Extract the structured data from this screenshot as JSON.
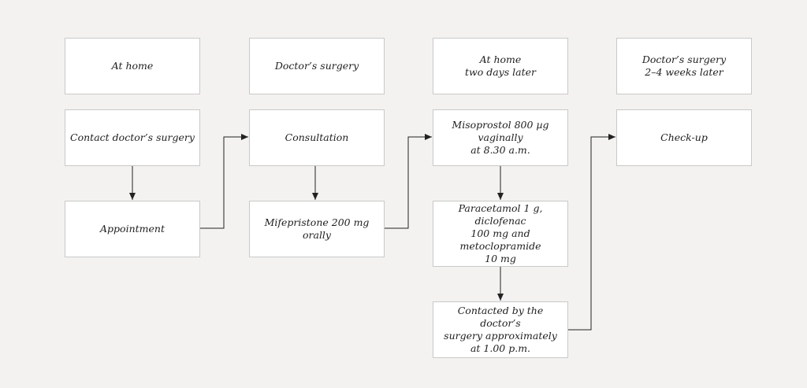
{
  "columns": [
    {
      "header": "At home",
      "steps": [
        "Contact doctor’s surgery",
        "Appointment"
      ]
    },
    {
      "header": "Doctor’s surgery",
      "steps": [
        "Consultation",
        "Mifepristone 200 mg orally"
      ]
    },
    {
      "header": "At home\ntwo days later",
      "steps": [
        "Misoprostol 800 µg vaginally\nat 8.30 a.m.",
        "Paracetamol 1 g, diclofenac\n100 mg and metoclopramide\n10 mg",
        "Contacted by the doctor’s\nsurgery approximately\nat 1.00 p.m."
      ]
    },
    {
      "header": "Doctor’s surgery\n2–4 weeks later",
      "steps": [
        "Check-up"
      ]
    }
  ]
}
